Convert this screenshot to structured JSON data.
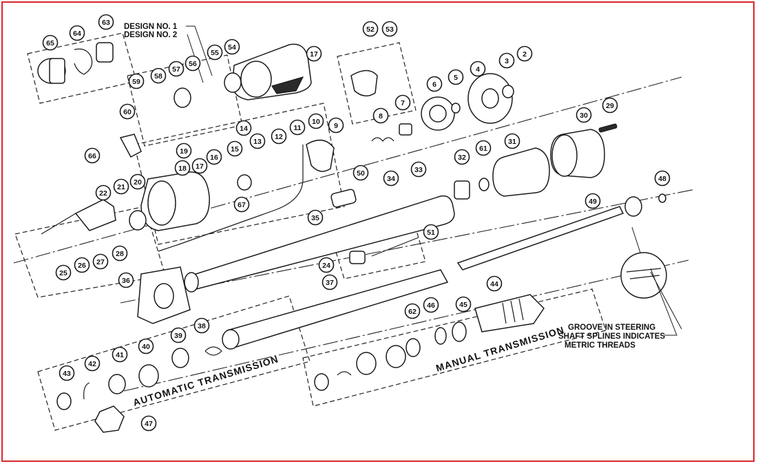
{
  "labels": {
    "design_1": "DESIGN NO. 1",
    "design_2": "DESIGN NO. 2",
    "automatic": "AUTOMATIC  TRANSMISSION",
    "manual": "MANUAL  TRANSMISSION",
    "groove_1": "GROOVE IN STEERING",
    "groove_2": "SHAFT SPLINES INDICATES",
    "groove_3": "METRIC THREADS"
  },
  "callouts": [
    "65",
    "64",
    "63",
    "59",
    "58",
    "57",
    "56",
    "55",
    "54",
    "17",
    "52",
    "53",
    "60",
    "66",
    "3",
    "2",
    "5",
    "4",
    "6",
    "7",
    "8",
    "9",
    "10",
    "11",
    "12",
    "13",
    "14",
    "15",
    "16",
    "19",
    "18",
    "17",
    "22",
    "21",
    "20",
    "67",
    "29",
    "30",
    "31",
    "32",
    "61",
    "50",
    "34",
    "33",
    "35",
    "48",
    "49",
    "28",
    "27",
    "26",
    "25",
    "51",
    "24",
    "36",
    "37",
    "44",
    "45",
    "46",
    "62",
    "38",
    "39",
    "40",
    "41",
    "42",
    "43",
    "47"
  ],
  "colors": {
    "frame": "#d8262c",
    "ink": "#1a1a1a"
  }
}
